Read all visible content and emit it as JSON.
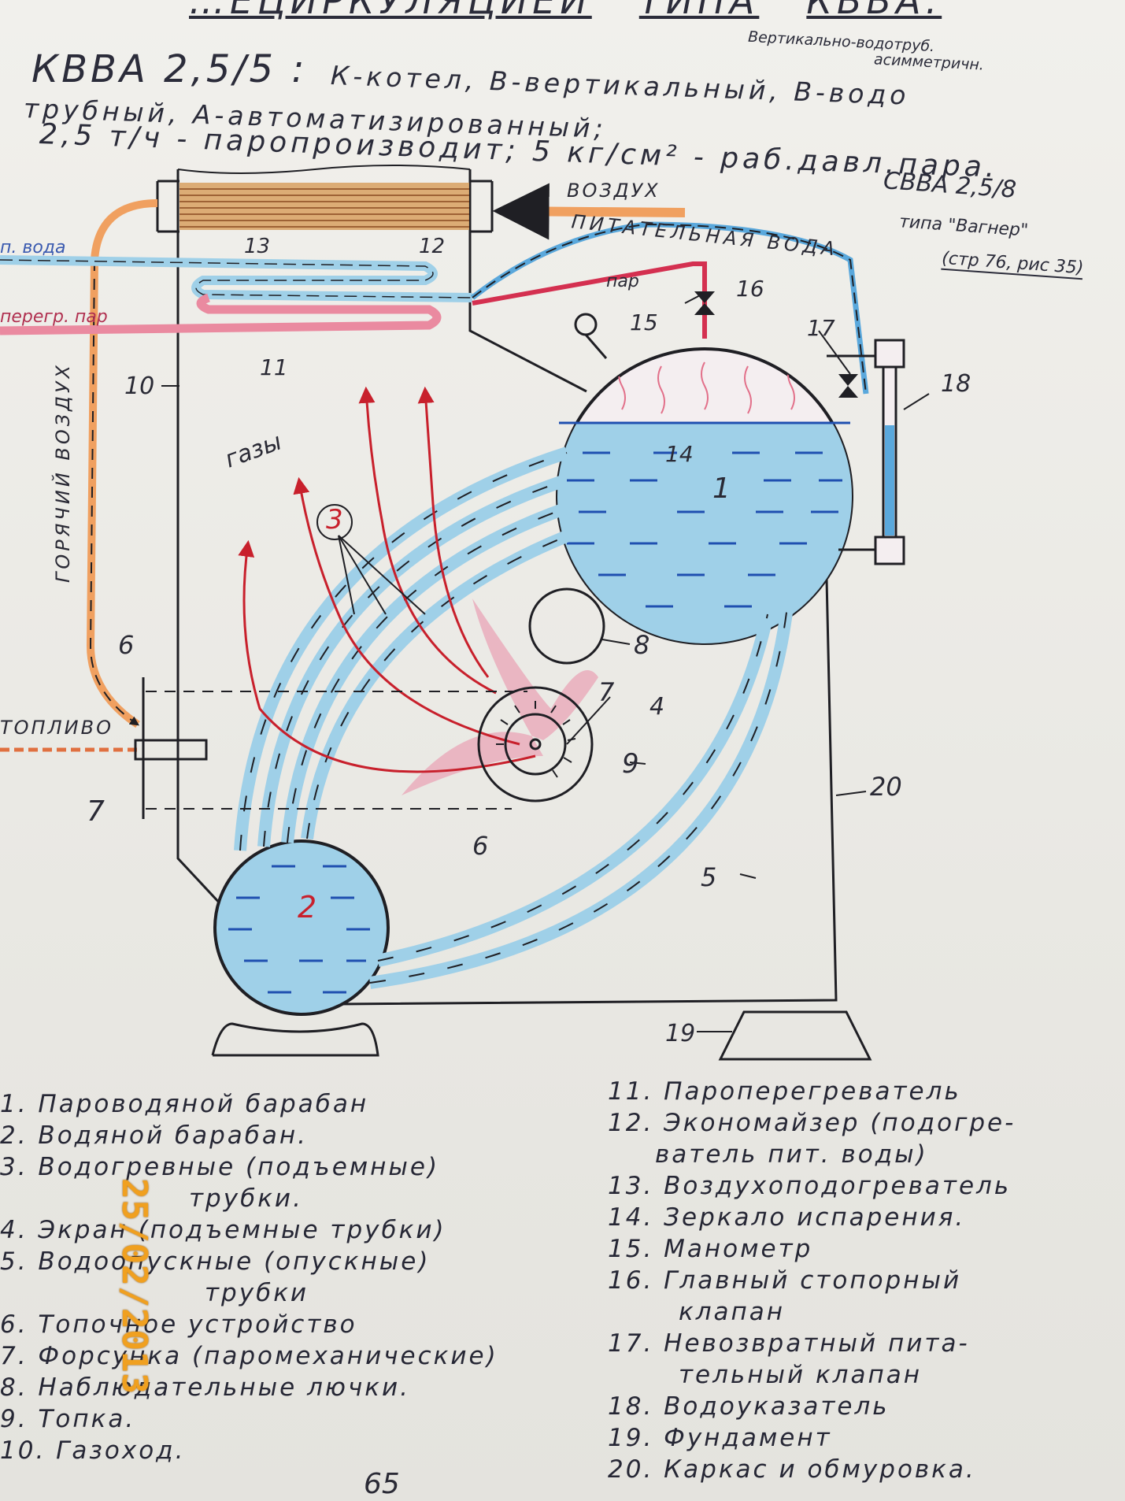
{
  "header": {
    "title_parts": [
      "…ЕЦИРКУЛЯЦИЕЙ",
      "ТИПА",
      "КВВА."
    ],
    "code": "КВВА 2,5/5 :",
    "line1": "К-котел, В-вертикальный, В-водо",
    "line2": "трубный, А-автоматизированный;",
    "line3": "2,5 т/ч - паропроизводит; 5 кг/см² - раб.давл.пара.",
    "note_line1": "Вертикально-водотруб.",
    "note_line2": "асимметричн.",
    "alt_model": "СВВА 2,5/8",
    "alt_type": "типа \"Вагнер\"",
    "alt_ref": "(стр 76, рис 35)"
  },
  "diagram_labels": {
    "air": "ВОЗДУХ",
    "feed_water": "ПИТАТЕЛЬНАЯ ВОДА",
    "steam": "пар",
    "feed_water_left": "п. вода",
    "superheated_steam": "перегр. пар",
    "hot_air": "ГОРЯЧИЙ ВОЗДУХ",
    "gases": "газы",
    "fuel": "ТОПЛИВО",
    "n1": "1",
    "n2": "2",
    "n3": "3",
    "n4": "4",
    "n5": "5",
    "n6a": "6",
    "n6b": "6",
    "n7a": "7",
    "n7b": "7",
    "n8": "8",
    "n9": "9",
    "n10": "10",
    "n11": "11",
    "n12": "12",
    "n13": "13",
    "n14": "14",
    "n15": "15",
    "n16": "16",
    "n17": "17",
    "n18": "18",
    "n19": "19",
    "n20": "20"
  },
  "legend_left": [
    "1. Пароводяной барабан",
    "2. Водяной барабан.",
    "3. Водогревные (подъемные)",
    "трубки.",
    "4. Экран (подъемные трубки)",
    "5. Водоопускные (опускные)",
    "трубки",
    "6. Топочное устройство",
    "7. Форсунка (паромеханические)",
    "8. Наблюдательные лючки.",
    "9. Топка.",
    "10. Газоход."
  ],
  "legend_right": [
    "11. Пароперегреватель",
    "12. Экономайзер (подогре-",
    "ватель пит. воды)",
    "13. Воздухоподогреватель",
    "14. Зеркало испарения.",
    "15. Манометр",
    "16. Главный стопорный",
    "клапан",
    "17. Невозвратный пита-",
    "тельный клапан",
    "18. Водоуказатель",
    "19. Фундамент",
    "20. Каркас и обмуровка."
  ],
  "date_stamp": "25/02/2013",
  "page_number": "65",
  "colors": {
    "water": "#9fd0e8",
    "water_dash": "#1f4fb0",
    "flame": "#e2708a",
    "gas_arrow": "#c8202c",
    "air": "#f0a060",
    "ink": "#1f1f24",
    "stamp": "#f0a020"
  }
}
